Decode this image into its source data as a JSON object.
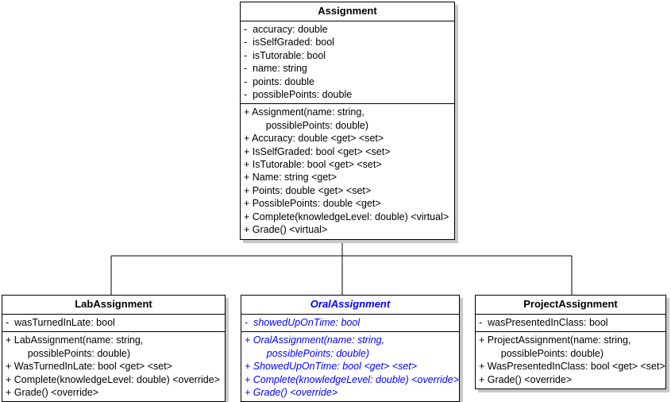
{
  "diagram": {
    "kind": "uml-class-diagram",
    "relationship": "generalization",
    "colors": {
      "line": "#000000",
      "box_fill": "#ffffff",
      "box_border": "#000000",
      "shadow": "#c8c8c8",
      "abstract_text": "#0000ff",
      "text": "#000000"
    }
  },
  "classes": {
    "assignment": {
      "name": "Assignment",
      "abstract": false,
      "attributes": [
        "-  accuracy: double",
        "-  isSelfGraded: bool",
        "-  isTutorable: bool",
        "-  name: string",
        "-  points: double",
        "-  possiblePoints: double"
      ],
      "operations": [
        "+ Assignment(name: string,",
        "        possiblePoints: double)",
        "+ Accuracy: double <get> <set>",
        "+ IsSelfGraded: bool <get> <set>",
        "+ IsTutorable: bool <get> <set>",
        "+ Name: string <get>",
        "+ Points: double <get> <set>",
        "+ PossiblePoints: double <get>",
        "+ Complete(knowledgeLevel: double) <virtual>",
        "+ Grade() <virtual>"
      ]
    },
    "lab_assignment": {
      "name": "LabAssignment",
      "abstract": false,
      "attributes": [
        "-  wasTurnedInLate: bool"
      ],
      "operations": [
        "+ LabAssignment(name: string,",
        "        possiblePoints: double)",
        "+ WasTurnedInLate: bool <get> <set>",
        "+ Complete(knowledgeLevel: double) <override>",
        "+ Grade() <override>"
      ]
    },
    "oral_assignment": {
      "name": "OralAssignment",
      "abstract": true,
      "attributes": [
        "-  showedUpOnTime: bool"
      ],
      "operations": [
        "+ OralAssignment(name: string,",
        "        possiblePoints: double)",
        "+ ShowedUpOnTime: bool <get> <set>",
        "+ Complete(knowledgeLevel: double) <override>",
        "+ Grade() <override>"
      ]
    },
    "project_assignment": {
      "name": "ProjectAssignment",
      "abstract": false,
      "attributes": [
        "-  wasPresentedInClass: bool"
      ],
      "operations": [
        "+ ProjectAssignment(name: string,",
        "        possiblePoints: double)",
        "+ WasPresentedInClass: bool <get> <set>",
        "+ Grade() <override>"
      ]
    }
  }
}
